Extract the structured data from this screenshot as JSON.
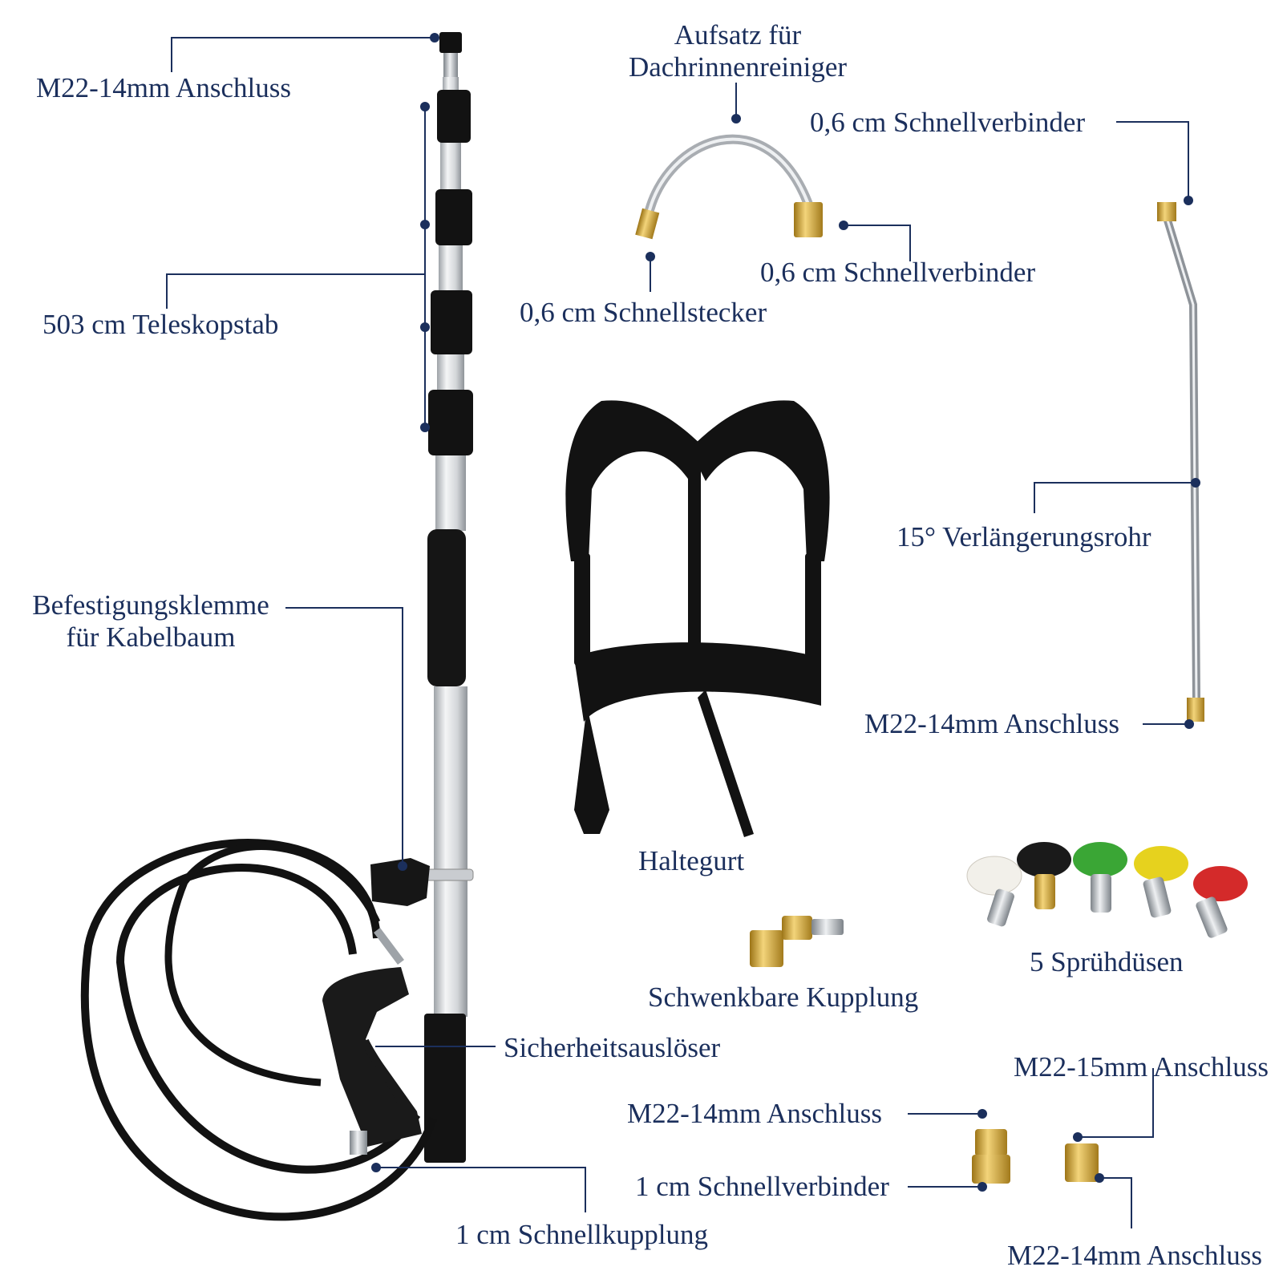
{
  "colors": {
    "label": "#1b2f5c",
    "leader": "#1b2f5c",
    "aluminum": "#d9dce0",
    "grip_black": "#141414",
    "brass": "#d8a534",
    "steel": "#b9bdc2",
    "nozzle_white": "#f2f0ea",
    "nozzle_black": "#1a1a1a",
    "nozzle_green": "#3aa635",
    "nozzle_yellow": "#e6d21e",
    "nozzle_red": "#d42a2a"
  },
  "labels": {
    "pole_top_connector": "M22-14mm Anschluss",
    "telescopic_pole": "503 cm Teleskopstab",
    "harness_clamp_line1": "Befestigungsklemme",
    "harness_clamp_line2": "für Kabelbaum",
    "gutter_attachment_line1": "Aufsatz für",
    "gutter_attachment_line2": "Dachrinnenreiniger",
    "quick_connector_top": "0,6 cm Schnellverbinder",
    "quick_connector_mid": "0,6 cm Schnellverbinder",
    "quick_plug": "0,6 cm Schnellstecker",
    "extension_rod": "15° Verlängerungsrohr",
    "rod_connector": "M22-14mm Anschluss",
    "harness": "Haltegurt",
    "spray_nozzles": "5 Sprühdüsen",
    "swivel_coupling": "Schwenkbare Kupplung",
    "safety_trigger": "Sicherheitsauslöser",
    "adapter_m22_15": "M22-15mm Anschluss",
    "adapter_m22_14_left": "M22-14mm Anschluss",
    "adapter_quick_1cm": "1 cm Schnellverbinder",
    "quick_coupling_1cm": "1 cm Schnellkupplung",
    "adapter_m22_14_right": "M22-14mm Anschluss"
  },
  "products": {
    "nozzle_colors": [
      "white",
      "black",
      "green",
      "yellow",
      "red"
    ],
    "icons": [
      "telescopic-pole",
      "spray-gun",
      "pressure-hose",
      "gutter-cleaner-attachment",
      "extension-rod",
      "harness-belt",
      "swivel-coupling",
      "spray-nozzles",
      "brass-adapters"
    ]
  }
}
